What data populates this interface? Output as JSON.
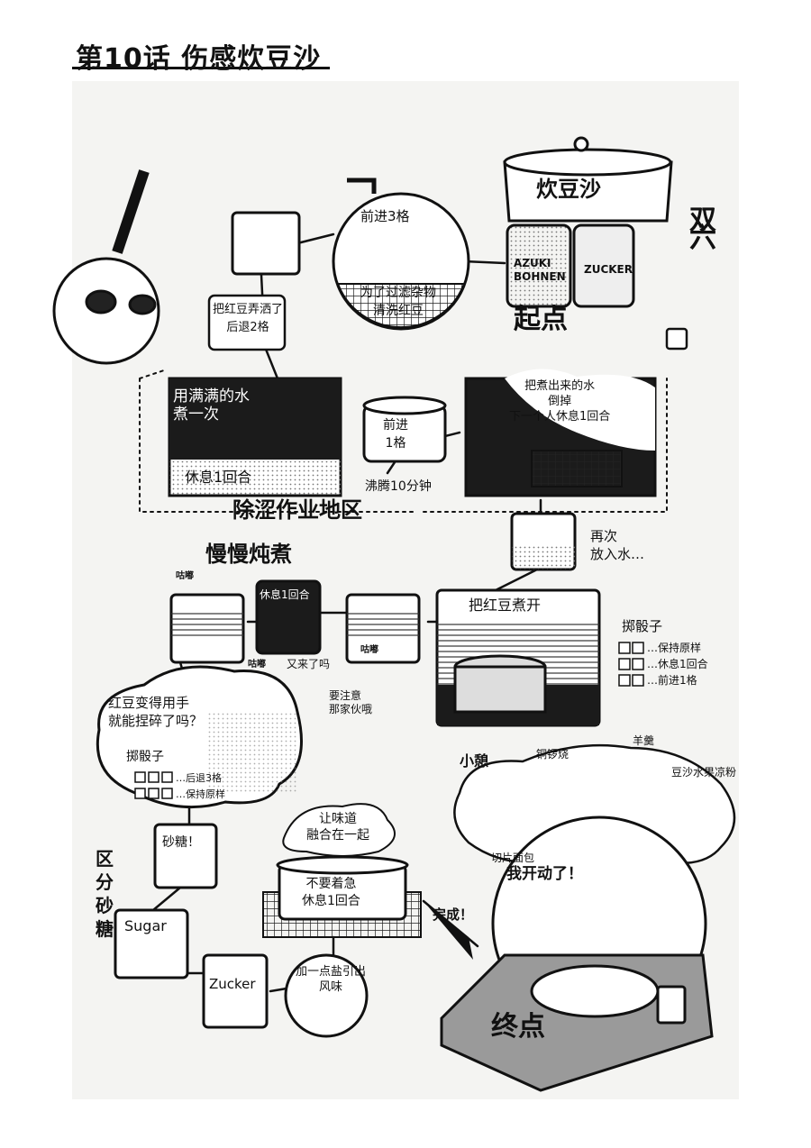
{
  "header": {
    "title": "第10话 伤感炊豆沙"
  },
  "start_area": {
    "pot_label": "炊豆沙",
    "jar_left_label": "AZUKI\nBOHNEN",
    "jar_right_label": "ZUCKER",
    "start_label": "起点",
    "double_six": "双六"
  },
  "squares": {
    "forward3": "前进3格",
    "wash_beans": "为了过滤杂物\n清洗红豆",
    "spill_back2": "把红豆弄洒了\n后退2格",
    "boil_full_water": "用满满的水\n煮一次",
    "rest1_a": "休息1回合",
    "forward1": "前进\n1格",
    "boil10": "沸腾10分钟",
    "pour_water": "把煮出来的水\n倒掉\n下一个人休息1回合",
    "astringency_area": "除涩作业地区",
    "add_water_again": "再次\n放入水…",
    "slow_simmer": "慢慢炖煮",
    "gudu1": "咕嘟",
    "rest1_b": "休息1回合",
    "gudu2": "咕嘟",
    "gudu3": "咕嘟",
    "again_q": "又来了吗",
    "boil_beans": "把红豆煮开",
    "dice_title1": "掷骰子",
    "dice_stay": "…保持原样",
    "dice_rest": "…休息1回合",
    "dice_fwd1": "…前进1格",
    "crush_q": "红豆变得用手\n就能捏碎了吗？",
    "careful": "要注意\n那家伙哦",
    "dice_title2": "掷骰子",
    "dice_back3": "…后退3格",
    "dice_keep": "…保持原样",
    "sugar_zh": "砂糖！",
    "sugar_split": "区\n分\n砂\n糖",
    "sugar_en": "Sugar",
    "zucker": "Zucker",
    "add_salt": "加一点盐引出\n风味",
    "blend_flavor": "让味道\n融合在一起",
    "no_rush": "不要着急\n休息1回合",
    "done": "完成！",
    "break": "小憩",
    "dorayaki": "铜锣烧",
    "yokan": "羊羹",
    "shiratama": "豆沙水果凉粉",
    "toast": "切片面包",
    "itadakimasu": "我开动了！",
    "goal": "终点"
  },
  "colors": {
    "ink": "#111111",
    "paper": "#f4f4f2",
    "tone": "#9a9a9a",
    "dark": "#2b2b2b"
  }
}
